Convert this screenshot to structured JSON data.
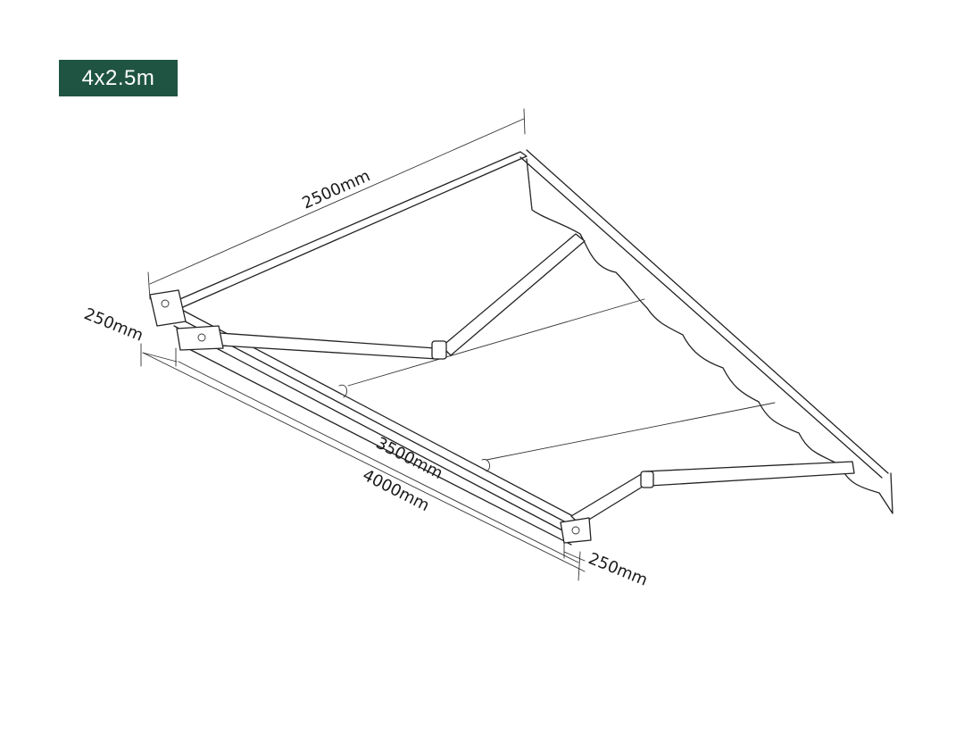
{
  "badge": {
    "label": "4x2.5m",
    "color": "#1f5443"
  },
  "dimensions": {
    "projection": "2500mm",
    "width_inner": "3500mm",
    "width_total": "4000mm",
    "offset_left": "250mm",
    "offset_right": "250mm"
  },
  "line_color": "#222222"
}
